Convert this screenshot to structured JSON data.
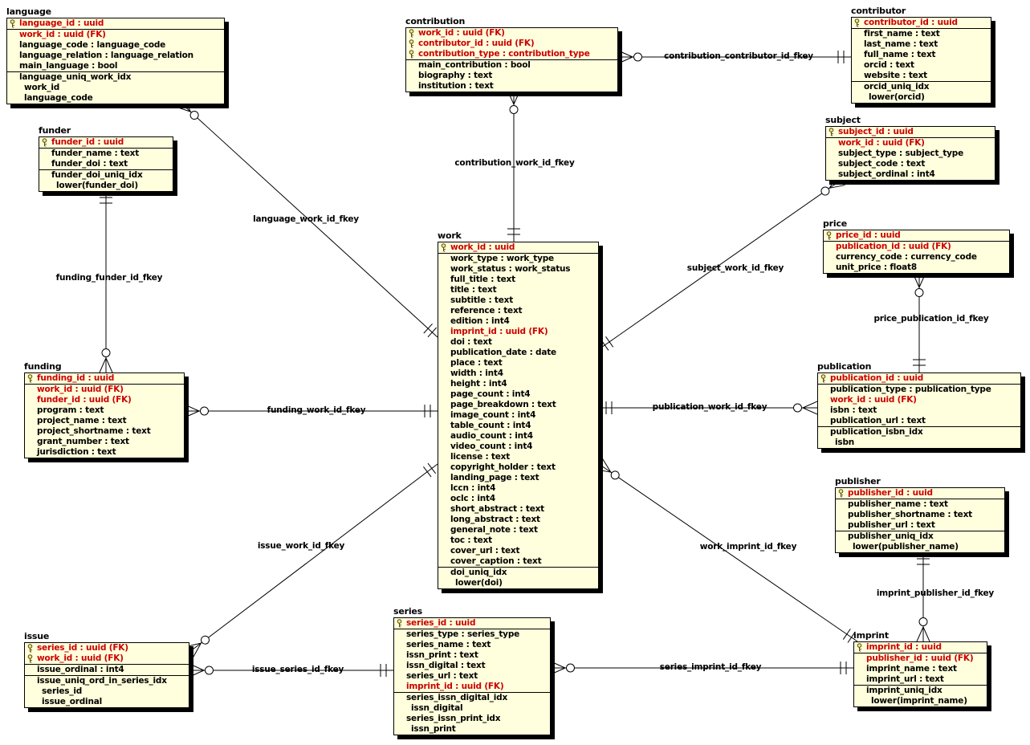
{
  "diagram": {
    "kind": "entity-relationship-diagram",
    "background_color": "#ffffff",
    "table_background_color": "#ffffdd",
    "primary_key_color": "#cc0000",
    "foreign_key_color": "#cc0000",
    "text_color": "#000000",
    "line_color": "#000000",
    "tables": [
      {
        "name": "language",
        "sections": [
          [
            {
              "t": "language_id : uuid",
              "s": "pk",
              "k": true
            }
          ],
          [
            {
              "t": "work_id : uuid (FK)",
              "s": "fk"
            },
            {
              "t": "language_code : language_code",
              "s": "f"
            },
            {
              "t": "language_relation : language_relation",
              "s": "f"
            },
            {
              "t": "main_language : bool",
              "s": "f"
            }
          ],
          [
            {
              "t": "language_uniq_work_idx",
              "s": "ix"
            },
            {
              "t": "work_id",
              "s": "ixc"
            },
            {
              "t": "language_code",
              "s": "ixc"
            }
          ]
        ]
      },
      {
        "name": "funder",
        "sections": [
          [
            {
              "t": "funder_id : uuid",
              "s": "pk",
              "k": true
            }
          ],
          [
            {
              "t": "funder_name : text",
              "s": "f"
            },
            {
              "t": "funder_doi : text",
              "s": "f"
            }
          ],
          [
            {
              "t": "funder_doi_uniq_idx",
              "s": "ix"
            },
            {
              "t": "lower(funder_doi)",
              "s": "ixc"
            }
          ]
        ]
      },
      {
        "name": "funding",
        "sections": [
          [
            {
              "t": "funding_id : uuid",
              "s": "pk",
              "k": true
            }
          ],
          [
            {
              "t": "work_id : uuid (FK)",
              "s": "fk"
            },
            {
              "t": "funder_id : uuid (FK)",
              "s": "fk"
            },
            {
              "t": "program : text",
              "s": "f"
            },
            {
              "t": "project_name : text",
              "s": "f"
            },
            {
              "t": "project_shortname : text",
              "s": "f"
            },
            {
              "t": "grant_number : text",
              "s": "f"
            },
            {
              "t": "jurisdiction : text",
              "s": "f"
            }
          ]
        ]
      },
      {
        "name": "issue",
        "sections": [
          [
            {
              "t": "series_id : uuid (FK)",
              "s": "pk",
              "k": true
            },
            {
              "t": "work_id : uuid (FK)",
              "s": "pk",
              "k": true
            }
          ],
          [
            {
              "t": "issue_ordinal : int4",
              "s": "f"
            }
          ],
          [
            {
              "t": "issue_uniq_ord_in_series_idx",
              "s": "ix"
            },
            {
              "t": "series_id",
              "s": "ixc"
            },
            {
              "t": "issue_ordinal",
              "s": "ixc"
            }
          ]
        ]
      },
      {
        "name": "contribution",
        "sections": [
          [
            {
              "t": "work_id : uuid (FK)",
              "s": "pk",
              "k": true
            },
            {
              "t": "contributor_id : uuid (FK)",
              "s": "pk",
              "k": true
            },
            {
              "t": "contribution_type : contribution_type",
              "s": "pk",
              "k": true
            }
          ],
          [
            {
              "t": "main_contribution : bool",
              "s": "f"
            },
            {
              "t": "biography : text",
              "s": "f"
            },
            {
              "t": "institution : text",
              "s": "f"
            }
          ]
        ]
      },
      {
        "name": "work",
        "sections": [
          [
            {
              "t": "work_id : uuid",
              "s": "pk",
              "k": true
            }
          ],
          [
            {
              "t": "work_type : work_type",
              "s": "f"
            },
            {
              "t": "work_status : work_status",
              "s": "f"
            },
            {
              "t": "full_title : text",
              "s": "f"
            },
            {
              "t": "title : text",
              "s": "f"
            },
            {
              "t": "subtitle : text",
              "s": "f"
            },
            {
              "t": "reference : text",
              "s": "f"
            },
            {
              "t": "edition : int4",
              "s": "f"
            },
            {
              "t": "imprint_id : uuid (FK)",
              "s": "fk"
            },
            {
              "t": "doi : text",
              "s": "f"
            },
            {
              "t": "publication_date : date",
              "s": "f"
            },
            {
              "t": "place : text",
              "s": "f"
            },
            {
              "t": "width : int4",
              "s": "f"
            },
            {
              "t": "height : int4",
              "s": "f"
            },
            {
              "t": "page_count : int4",
              "s": "f"
            },
            {
              "t": "page_breakdown : text",
              "s": "f"
            },
            {
              "t": "image_count : int4",
              "s": "f"
            },
            {
              "t": "table_count : int4",
              "s": "f"
            },
            {
              "t": "audio_count : int4",
              "s": "f"
            },
            {
              "t": "video_count : int4",
              "s": "f"
            },
            {
              "t": "license : text",
              "s": "f"
            },
            {
              "t": "copyright_holder : text",
              "s": "f"
            },
            {
              "t": "landing_page : text",
              "s": "f"
            },
            {
              "t": "lccn : int4",
              "s": "f"
            },
            {
              "t": "oclc : int4",
              "s": "f"
            },
            {
              "t": "short_abstract : text",
              "s": "f"
            },
            {
              "t": "long_abstract : text",
              "s": "f"
            },
            {
              "t": "general_note : text",
              "s": "f"
            },
            {
              "t": "toc : text",
              "s": "f"
            },
            {
              "t": "cover_url : text",
              "s": "f"
            },
            {
              "t": "cover_caption : text",
              "s": "f"
            }
          ],
          [
            {
              "t": "doi_uniq_idx",
              "s": "ix"
            },
            {
              "t": "lower(doi)",
              "s": "ixc"
            }
          ]
        ]
      },
      {
        "name": "series",
        "sections": [
          [
            {
              "t": "series_id : uuid",
              "s": "pk",
              "k": true
            }
          ],
          [
            {
              "t": "series_type : series_type",
              "s": "f"
            },
            {
              "t": "series_name : text",
              "s": "f"
            },
            {
              "t": "issn_print : text",
              "s": "f"
            },
            {
              "t": "issn_digital : text",
              "s": "f"
            },
            {
              "t": "series_url : text",
              "s": "f"
            },
            {
              "t": "imprint_id : uuid (FK)",
              "s": "fk"
            }
          ],
          [
            {
              "t": "series_issn_digital_idx",
              "s": "ix"
            },
            {
              "t": "issn_digital",
              "s": "ixc"
            },
            {
              "t": "series_issn_print_idx",
              "s": "ix"
            },
            {
              "t": "issn_print",
              "s": "ixc"
            }
          ]
        ]
      },
      {
        "name": "contributor",
        "sections": [
          [
            {
              "t": "contributor_id : uuid",
              "s": "pk",
              "k": true
            }
          ],
          [
            {
              "t": "first_name : text",
              "s": "f"
            },
            {
              "t": "last_name : text",
              "s": "f"
            },
            {
              "t": "full_name : text",
              "s": "f"
            },
            {
              "t": "orcid : text",
              "s": "f"
            },
            {
              "t": "website : text",
              "s": "f"
            }
          ],
          [
            {
              "t": "orcid_uniq_idx",
              "s": "ix"
            },
            {
              "t": "lower(orcid)",
              "s": "ixc"
            }
          ]
        ]
      },
      {
        "name": "subject",
        "sections": [
          [
            {
              "t": "subject_id : uuid",
              "s": "pk",
              "k": true
            }
          ],
          [
            {
              "t": "work_id : uuid (FK)",
              "s": "fk"
            },
            {
              "t": "subject_type : subject_type",
              "s": "f"
            },
            {
              "t": "subject_code : text",
              "s": "f"
            },
            {
              "t": "subject_ordinal : int4",
              "s": "f"
            }
          ]
        ]
      },
      {
        "name": "price",
        "sections": [
          [
            {
              "t": "price_id : uuid",
              "s": "pk",
              "k": true
            }
          ],
          [
            {
              "t": "publication_id : uuid (FK)",
              "s": "fk"
            },
            {
              "t": "currency_code : currency_code",
              "s": "f"
            },
            {
              "t": "unit_price : float8",
              "s": "f"
            }
          ]
        ]
      },
      {
        "name": "publication",
        "sections": [
          [
            {
              "t": "publication_id : uuid",
              "s": "pk",
              "k": true
            }
          ],
          [
            {
              "t": "publication_type : publication_type",
              "s": "f"
            },
            {
              "t": "work_id : uuid (FK)",
              "s": "fk"
            },
            {
              "t": "isbn : text",
              "s": "f"
            },
            {
              "t": "publication_url : text",
              "s": "f"
            }
          ],
          [
            {
              "t": "publication_isbn_idx",
              "s": "ix"
            },
            {
              "t": "isbn",
              "s": "ixc"
            }
          ]
        ]
      },
      {
        "name": "publisher",
        "sections": [
          [
            {
              "t": "publisher_id : uuid",
              "s": "pk",
              "k": true
            }
          ],
          [
            {
              "t": "publisher_name : text",
              "s": "f"
            },
            {
              "t": "publisher_shortname : text",
              "s": "f"
            },
            {
              "t": "publisher_url : text",
              "s": "f"
            }
          ],
          [
            {
              "t": "publisher_uniq_idx",
              "s": "ix"
            },
            {
              "t": "lower(publisher_name)",
              "s": "ixc"
            }
          ]
        ]
      },
      {
        "name": "imprint",
        "sections": [
          [
            {
              "t": "imprint_id : uuid",
              "s": "pk",
              "k": true
            }
          ],
          [
            {
              "t": "publisher_id : uuid (FK)",
              "s": "fk"
            },
            {
              "t": "imprint_name : text",
              "s": "f"
            },
            {
              "t": "imprint_url : text",
              "s": "f"
            }
          ],
          [
            {
              "t": "imprint_uniq_idx",
              "s": "ix"
            },
            {
              "t": "lower(imprint_name)",
              "s": "ixc"
            }
          ]
        ]
      }
    ],
    "relationships": [
      {
        "name": "contribution_contributor_id_fkey",
        "from_table": "contribution",
        "to_table": "contributor",
        "from_cardinality": "zero-or-many",
        "to_cardinality": "one"
      },
      {
        "name": "contribution_work_id_fkey",
        "from_table": "contribution",
        "to_table": "work",
        "from_cardinality": "zero-or-many",
        "to_cardinality": "one"
      },
      {
        "name": "language_work_id_fkey",
        "from_table": "language",
        "to_table": "work",
        "from_cardinality": "zero-or-many",
        "to_cardinality": "one"
      },
      {
        "name": "funding_funder_id_fkey",
        "from_table": "funding",
        "to_table": "funder",
        "from_cardinality": "zero-or-many",
        "to_cardinality": "one"
      },
      {
        "name": "funding_work_id_fkey",
        "from_table": "funding",
        "to_table": "work",
        "from_cardinality": "zero-or-many",
        "to_cardinality": "one"
      },
      {
        "name": "subject_work_id_fkey",
        "from_table": "subject",
        "to_table": "work",
        "from_cardinality": "zero-or-many",
        "to_cardinality": "one"
      },
      {
        "name": "price_publication_id_fkey",
        "from_table": "price",
        "to_table": "publication",
        "from_cardinality": "zero-or-many",
        "to_cardinality": "one"
      },
      {
        "name": "publication_work_id_fkey",
        "from_table": "publication",
        "to_table": "work",
        "from_cardinality": "zero-or-many",
        "to_cardinality": "one"
      },
      {
        "name": "issue_work_id_fkey",
        "from_table": "issue",
        "to_table": "work",
        "from_cardinality": "zero-or-many",
        "to_cardinality": "one"
      },
      {
        "name": "work_imprint_id_fkey",
        "from_table": "work",
        "to_table": "imprint",
        "from_cardinality": "zero-or-many",
        "to_cardinality": "one"
      },
      {
        "name": "imprint_publisher_id_fkey",
        "from_table": "imprint",
        "to_table": "publisher",
        "from_cardinality": "zero-or-many",
        "to_cardinality": "one"
      },
      {
        "name": "issue_series_id_fkey",
        "from_table": "issue",
        "to_table": "series",
        "from_cardinality": "zero-or-many",
        "to_cardinality": "one"
      },
      {
        "name": "series_imprint_id_fkey",
        "from_table": "series",
        "to_table": "imprint",
        "from_cardinality": "zero-or-many",
        "to_cardinality": "one"
      }
    ]
  }
}
